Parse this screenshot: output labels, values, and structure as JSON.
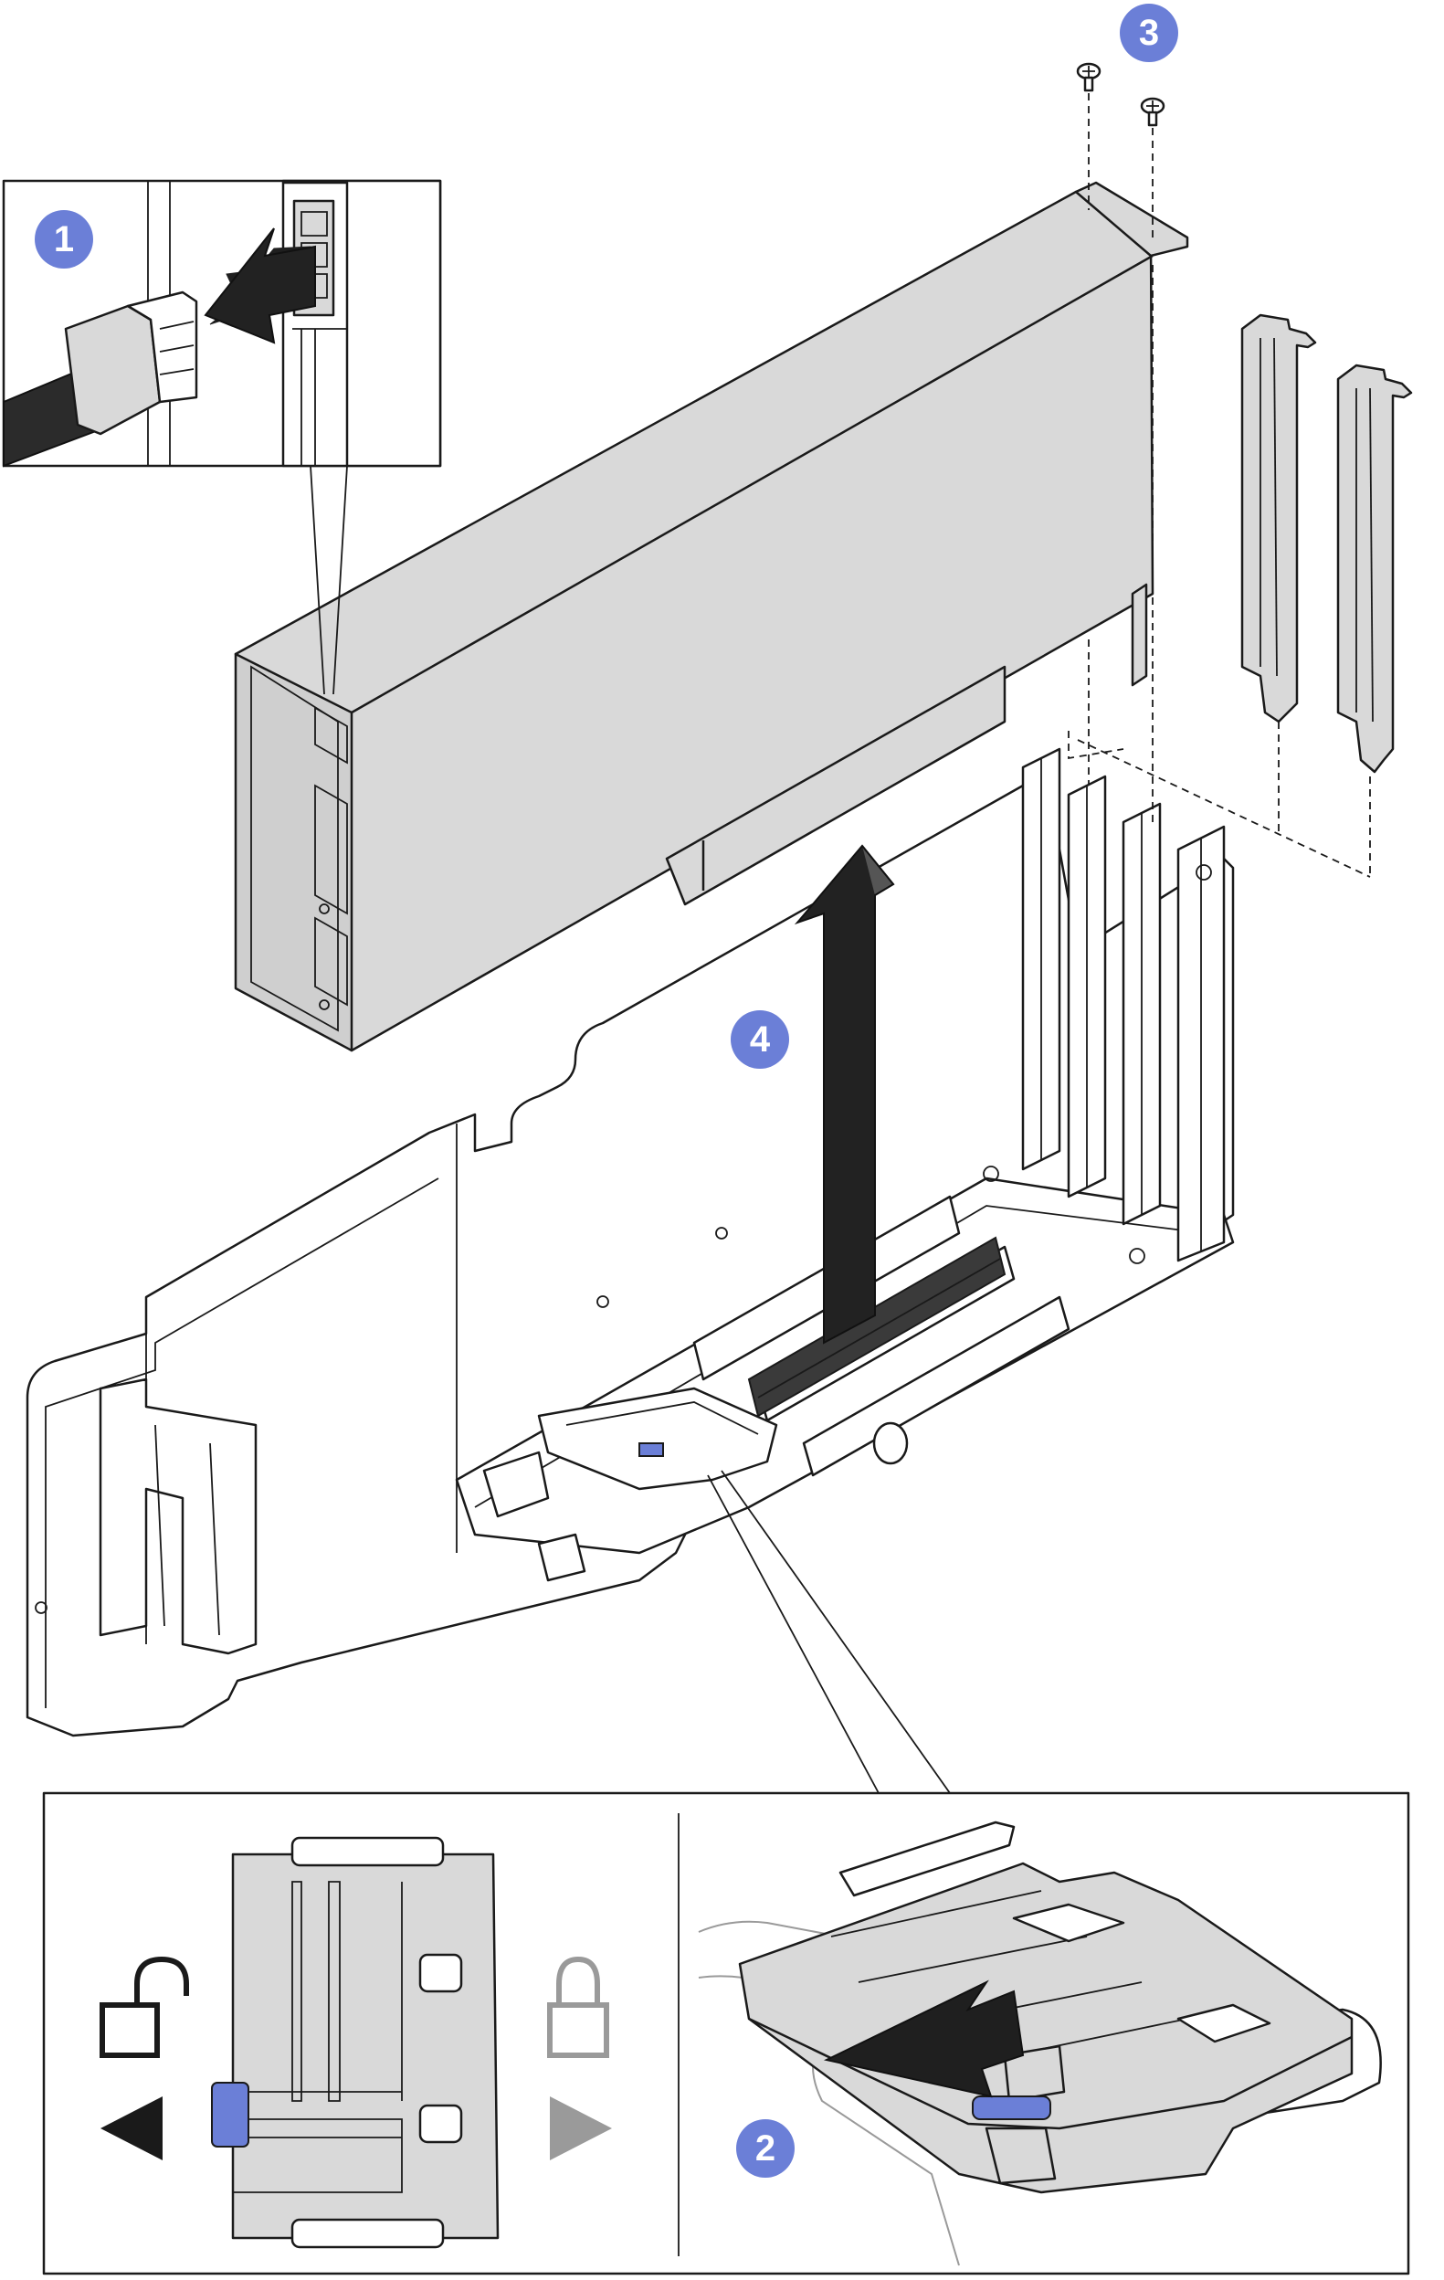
{
  "steps": {
    "s1": "1",
    "s2": "2",
    "s3": "3",
    "s4": "4"
  },
  "icons": {
    "unlocked": "unlocked-padlock-icon",
    "locked": "locked-padlock-icon",
    "left": "triangle-left-icon",
    "right": "triangle-right-icon"
  },
  "colors": {
    "step_badge": "#6b7fd7",
    "part_gray": "#d9d9d9",
    "line": "#1a1a1a",
    "locked_gray": "#9a9a9a"
  }
}
